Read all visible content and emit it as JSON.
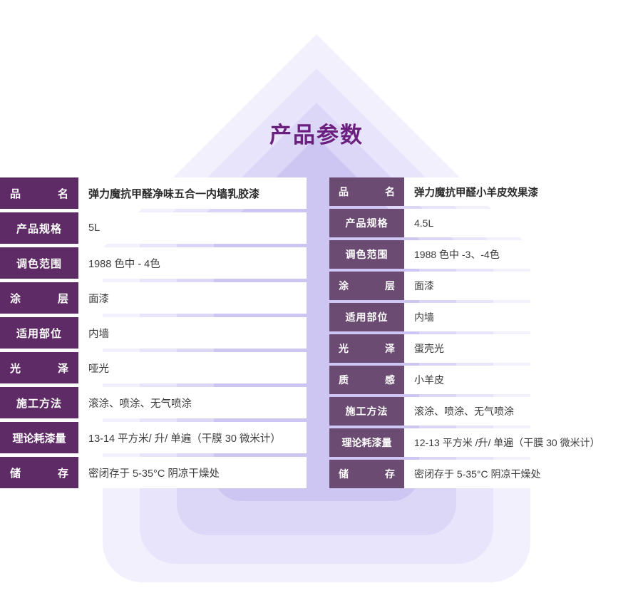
{
  "page": {
    "title": "产品参数",
    "title_color": "#6b2080",
    "background_color": "#ffffff"
  },
  "theme": {
    "left_label_bg": "#5f2b66",
    "right_label_bg": "#6c4b72",
    "value_bg": "#ffffff",
    "value_text": "#3c3c3c",
    "house_layers": [
      "#ffffff",
      "#f3f0fd",
      "#e8e4fb",
      "#dcd7f7",
      "#cdc6f2"
    ]
  },
  "tables": [
    {
      "id": "left",
      "name": "弹力魔抗甲醛净味五合一内墙乳胶漆",
      "rows": [
        {
          "label": "品名",
          "spacing": "sparse",
          "value": "弹力魔抗甲醛净味五合一内墙乳胶漆"
        },
        {
          "label": "产品规格",
          "spacing": "dense",
          "value": "5L"
        },
        {
          "label": "调色范围",
          "spacing": "dense",
          "value": "1988 色中 - 4色"
        },
        {
          "label": "涂层",
          "spacing": "sparse",
          "value": "面漆"
        },
        {
          "label": "适用部位",
          "spacing": "dense",
          "value": "内墙"
        },
        {
          "label": "光泽",
          "spacing": "sparse",
          "value": "哑光"
        },
        {
          "label": "施工方法",
          "spacing": "dense",
          "value": "滚涂、喷涂、无气喷涂"
        },
        {
          "label": "理论耗漆量",
          "spacing": "tight",
          "value": "13-14 平方米/ 升/ 单遍（干膜 30 微米计）"
        },
        {
          "label": "储存",
          "spacing": "sparse",
          "value": "密闭存于 5-35°C 阴凉干燥处"
        }
      ]
    },
    {
      "id": "right",
      "name": "弹力魔抗甲醛小羊皮效果漆",
      "rows": [
        {
          "label": "品名",
          "spacing": "sparse",
          "value": "弹力魔抗甲醛小羊皮效果漆"
        },
        {
          "label": "产品规格",
          "spacing": "dense",
          "value": "4.5L"
        },
        {
          "label": "调色范围",
          "spacing": "dense",
          "value": "1988 色中 -3、-4色"
        },
        {
          "label": "涂层",
          "spacing": "sparse",
          "value": "面漆"
        },
        {
          "label": "适用部位",
          "spacing": "dense",
          "value": "内墙"
        },
        {
          "label": "光泽",
          "spacing": "sparse",
          "value": "蛋壳光"
        },
        {
          "label": "质感",
          "spacing": "sparse",
          "value": "小羊皮"
        },
        {
          "label": "施工方法",
          "spacing": "dense",
          "value": "滚涂、喷涂、无气喷涂"
        },
        {
          "label": "理论耗漆量",
          "spacing": "tight",
          "value": "12-13 平方米 /升/ 单遍（干膜 30 微米计）"
        },
        {
          "label": "储存",
          "spacing": "sparse",
          "value": "密闭存于 5-35°C 阴凉干燥处"
        }
      ]
    }
  ]
}
